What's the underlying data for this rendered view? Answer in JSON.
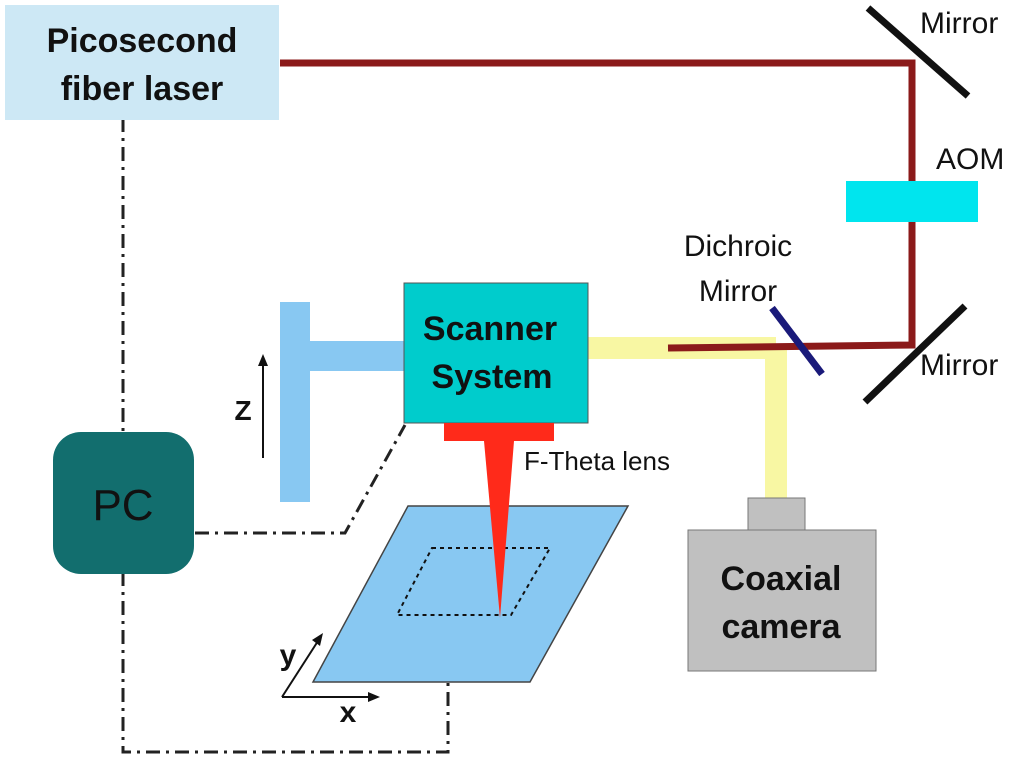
{
  "components": {
    "laser": {
      "label_line1": "Picosecond",
      "label_line2": "fiber laser"
    },
    "mirror_top": {
      "label": "Mirror"
    },
    "aom": {
      "label": "AOM"
    },
    "dichroic": {
      "label_line1": "Dichroic",
      "label_line2": "Mirror"
    },
    "mirror_bottom": {
      "label": "Mirror"
    },
    "scanner": {
      "label_line1": "Scanner",
      "label_line2": "System"
    },
    "ftheta": {
      "label": "F-Theta lens"
    },
    "pc": {
      "label": "PC"
    },
    "camera": {
      "label_line1": "Coaxial",
      "label_line2": "camera"
    },
    "z_axis": {
      "label": "Z"
    },
    "y_axis": {
      "label": "y"
    },
    "x_axis": {
      "label": "x"
    }
  },
  "colors": {
    "laser_box": "#cde8f5",
    "laser_beam": "#8b1a1a",
    "aom": "#00e5ee",
    "scanner": "#00cccc",
    "lens": "#ff2a1a",
    "pc": "#126e6e",
    "camera": "#c0c0c0",
    "visible_beam": "#f8f7a3",
    "stage": "#88c8f2",
    "workpiece": "#88c8f2",
    "dichroic": "#1a1a7a"
  }
}
